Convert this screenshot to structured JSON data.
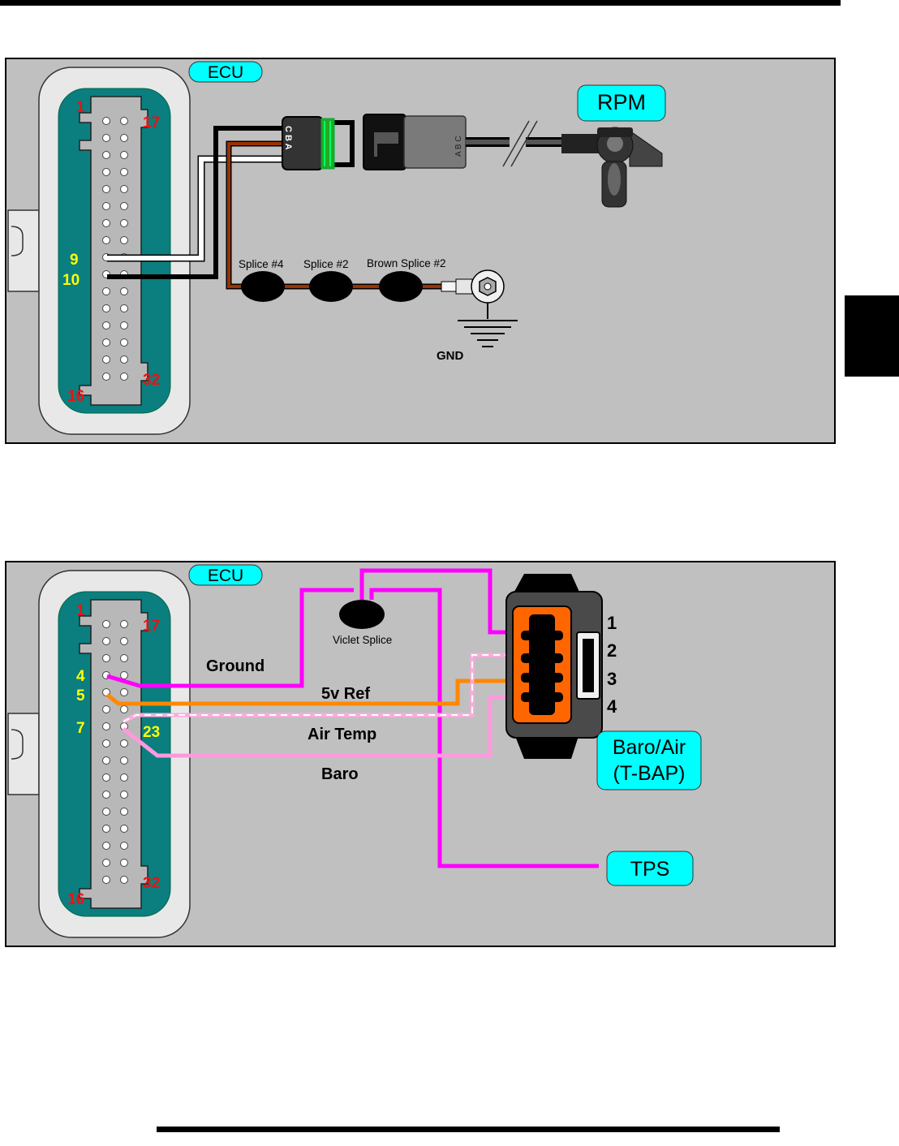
{
  "colors": {
    "panel_bg": "#c0c0c0",
    "connector_teal": "#0b7e7f",
    "connector_shell": "#e8e8e8",
    "label_bg": "#00ffff",
    "pin_red": "#ee1111",
    "pin_yellow": "#ffff00",
    "wire_white": "#ffffff",
    "wire_black": "#000000",
    "wire_brown": "#993300",
    "wire_magenta": "#ff00ff",
    "wire_orange": "#ff8800",
    "wire_pink": "#ffaadd",
    "wire_light_pink": "#ff99dd",
    "tbap_orange": "#ff6600"
  },
  "diagram_top": {
    "ecu_label": "ECU",
    "pin_labels": {
      "p1": "1",
      "p17": "17",
      "p9": "9",
      "p10": "10",
      "p32": "32",
      "p16": "16"
    },
    "connector_pins": "C B A",
    "sensor_pins": "A B C",
    "rpm_label": "RPM",
    "splice_4": "Splice #4",
    "splice_2": "Splice #2",
    "brown_splice_2": "Brown Splice #2",
    "gnd_label": "GND"
  },
  "diagram_bottom": {
    "ecu_label": "ECU",
    "pin_labels": {
      "p1": "1",
      "p17": "17",
      "p4": "4",
      "p5": "5",
      "p7": "7",
      "p23": "23",
      "p32": "32",
      "p16": "16"
    },
    "splice_label": "Viclet Splice",
    "wire_ground": "Ground",
    "wire_5v": "5v Ref",
    "wire_air_temp": "Air Temp",
    "wire_baro": "Baro",
    "tbap_pins": {
      "p1": "1",
      "p2": "2",
      "p3": "3",
      "p4": "4"
    },
    "tbap_label_line1": "Baro/Air",
    "tbap_label_line2": "(T-BAP)",
    "tps_label": "TPS"
  }
}
